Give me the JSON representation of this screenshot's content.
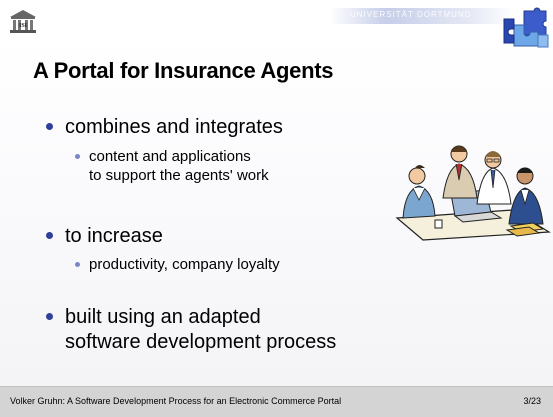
{
  "slide": {
    "title": "A Portal for Insurance Agents",
    "banner_text": "UNIVERSITÄT DORTMUND",
    "bullets": [
      {
        "lines": [
          "combines and integrates"
        ],
        "sub": [
          {
            "lines": [
              "content and applications",
              "to support the agents' work"
            ]
          }
        ]
      },
      {
        "lines": [
          "to increase"
        ],
        "sub": [
          {
            "lines": [
              "productivity, company loyalty"
            ]
          }
        ]
      },
      {
        "lines": [
          "built using an adapted",
          "software development process"
        ],
        "sub": []
      }
    ]
  },
  "footer": {
    "text": "Volker Gruhn: A Software Development Process for an Electronic Commerce Portal",
    "page": "3/23"
  },
  "colors": {
    "bullet_main": "#2f3f9c",
    "bullet_sub": "#7b85c8",
    "footer_bg": "#d4d4d4"
  },
  "icons": {
    "logo": "university-logo-icon",
    "puzzle": "puzzle-pieces-icon",
    "clipart": "business-team-clipart"
  }
}
